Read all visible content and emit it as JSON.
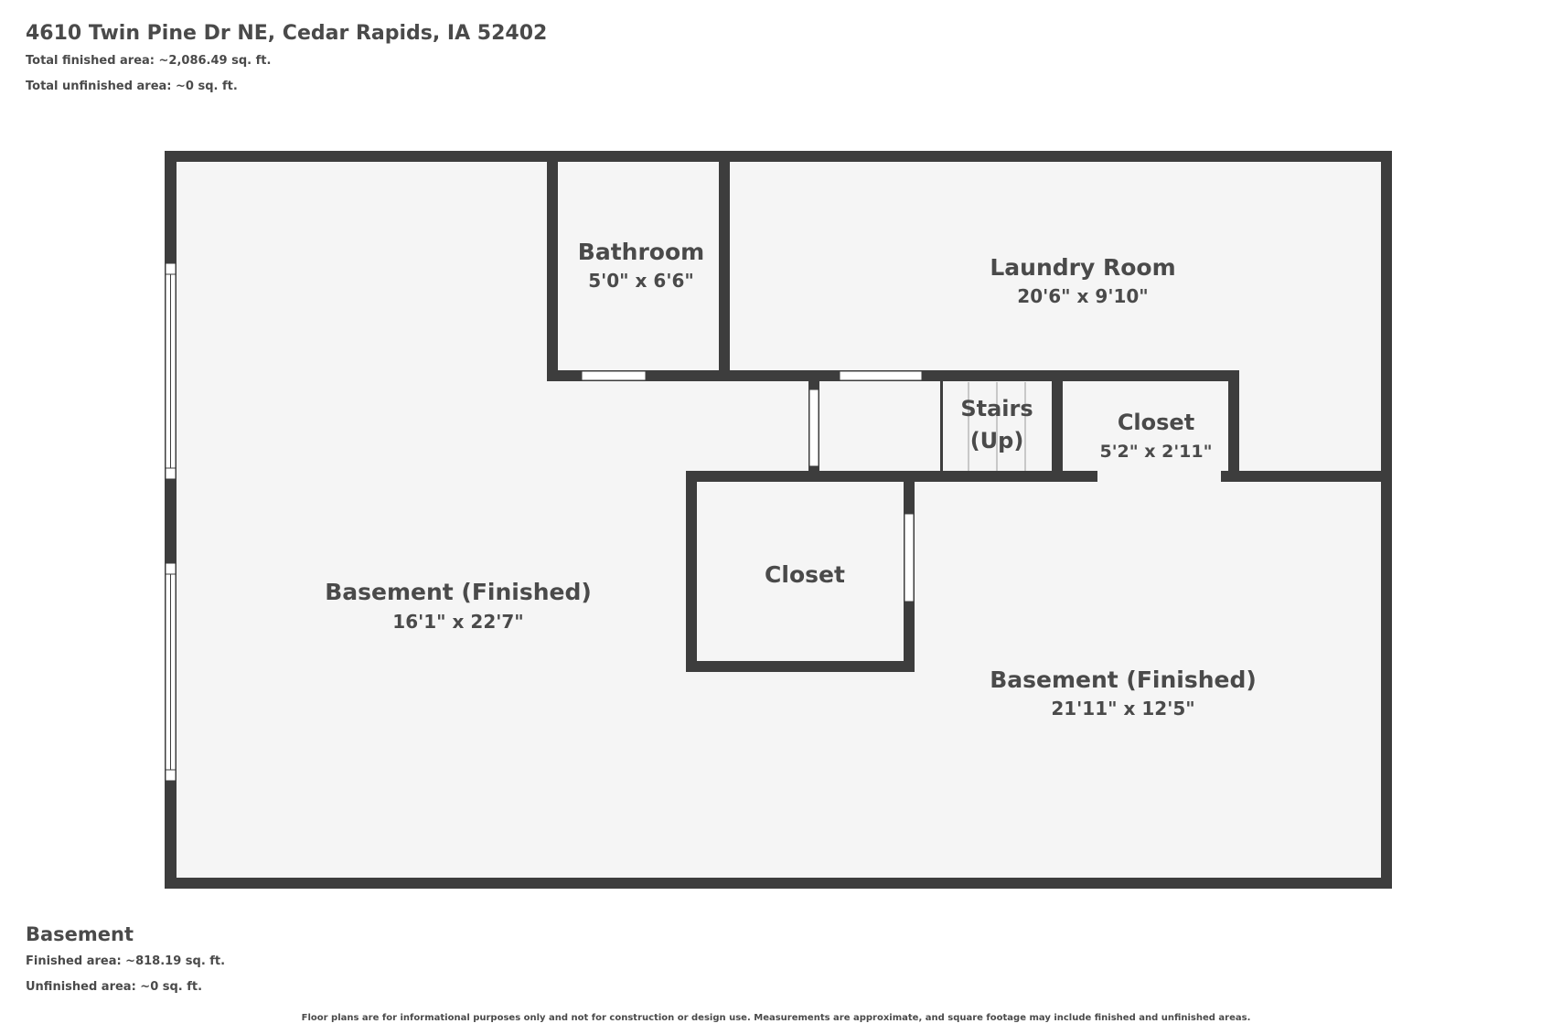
{
  "header": {
    "address": "4610 Twin Pine Dr NE, Cedar Rapids, IA 52402",
    "total_finished": "Total finished area: ~2,086.49 sq. ft.",
    "total_unfinished": "Total unfinished area: ~0 sq. ft."
  },
  "rooms": {
    "bathroom": {
      "name": "Bathroom",
      "dims": "5'0\" x 6'6\""
    },
    "laundry": {
      "name": "Laundry Room",
      "dims": "20'6\" x 9'10\""
    },
    "stairs": {
      "name_line1": "Stairs",
      "name_line2": "(Up)"
    },
    "closet_small": {
      "name": "Closet",
      "dims": "5'2\" x 2'11\""
    },
    "closet_center": {
      "name": "Closet"
    },
    "basement_left": {
      "name": "Basement (Finished)",
      "dims": "16'1\" x 22'7\""
    },
    "basement_right": {
      "name": "Basement (Finished)",
      "dims": "21'11\" x 12'5\""
    }
  },
  "floor": {
    "name": "Basement",
    "finished": "Finished area: ~818.19 sq. ft.",
    "unfinished": "Unfinished area: ~0 sq. ft."
  },
  "disclaimer": "Floor plans are for informational purposes only and not for construction or design use. Measurements are approximate, and square footage may include finished and unfinished areas.",
  "colors": {
    "wall": "#3d3d3d",
    "floor": "#f5f5f5",
    "text": "#4a4a4a"
  }
}
